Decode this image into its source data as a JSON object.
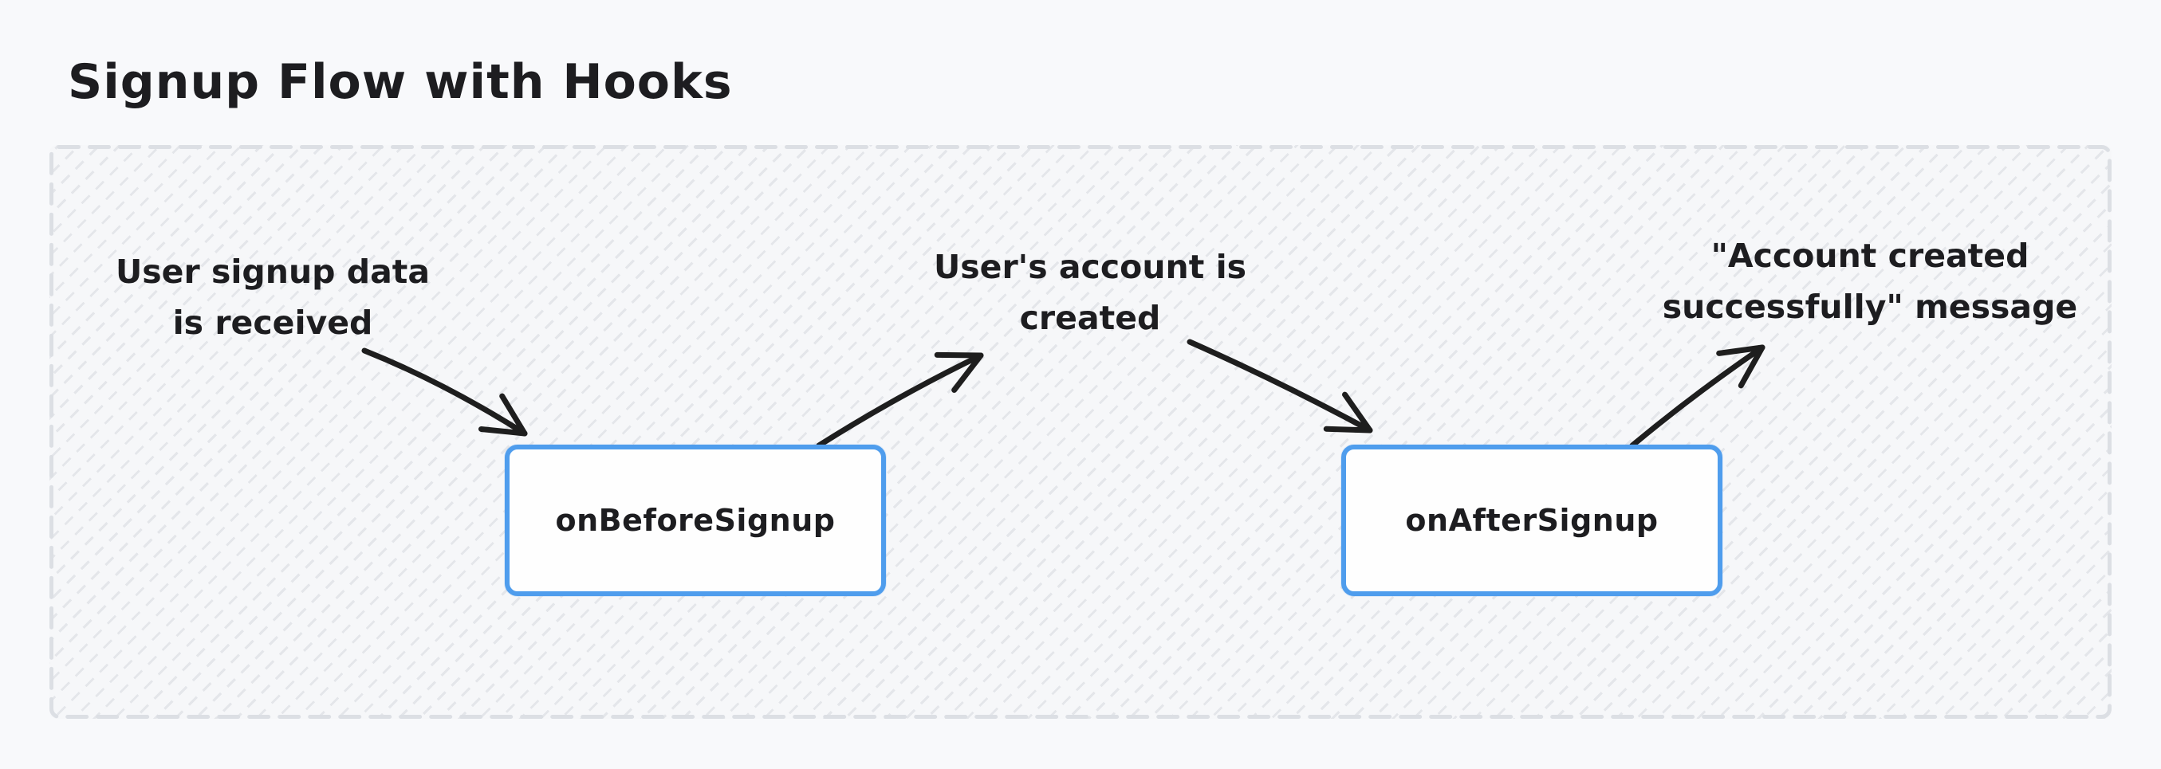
{
  "title": "Signup Flow with Hooks",
  "colors": {
    "page_background": "#f8f9fb",
    "container_fill": "#f6f7f9",
    "hatch_line": "#e4e6ea",
    "dashed_border": "#dcdfe4",
    "text": "#1d1d20",
    "arrow": "#1e1e1e",
    "node_border": "#4f9ded",
    "node_fill": "#fefefe"
  },
  "flow": {
    "annotations": [
      {
        "lines": [
          "User signup data",
          "is received"
        ]
      },
      {
        "lines": [
          "User's account is",
          "created"
        ]
      },
      {
        "lines": [
          "\"Account created",
          "successfully\" message"
        ]
      }
    ],
    "hooks": [
      {
        "label": "onBeforeSignup"
      },
      {
        "label": "onAfterSignup"
      }
    ]
  }
}
